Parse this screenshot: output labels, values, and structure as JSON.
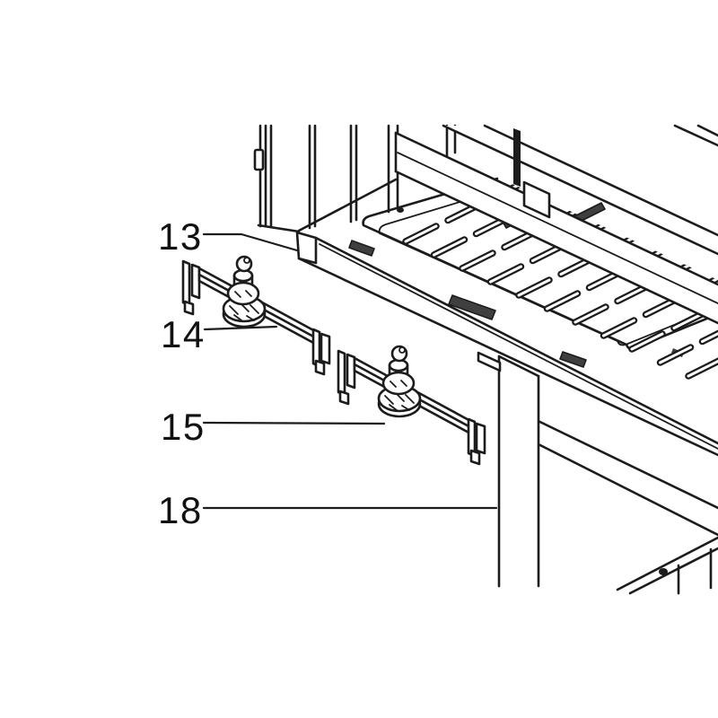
{
  "figure": {
    "background": "#ffffff",
    "line_color": "#1c1c1c",
    "dark_fill": "#3f3f3f"
  },
  "callouts": [
    {
      "label": "13"
    },
    {
      "label": "14"
    },
    {
      "label": "15"
    },
    {
      "label": "18"
    }
  ]
}
